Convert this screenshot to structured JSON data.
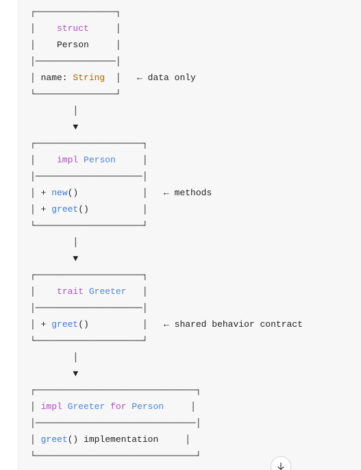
{
  "diagram": {
    "lines": [
      [
        {
          "t": "┌───────────────┐",
          "c": "tx"
        }
      ],
      [
        {
          "t": "│    ",
          "c": "tx"
        },
        {
          "t": "struct",
          "c": "kw"
        },
        {
          "t": "     │",
          "c": "tx"
        }
      ],
      [
        {
          "t": "│    Person     │",
          "c": "tx"
        }
      ],
      [
        {
          "t": "│───────────────│",
          "c": "tx"
        }
      ],
      [
        {
          "t": "│ name: ",
          "c": "tx"
        },
        {
          "t": "String",
          "c": "st"
        },
        {
          "t": "  │   ← data only",
          "c": "tx"
        }
      ],
      [
        {
          "t": "└───────────────┘",
          "c": "tx"
        }
      ],
      [
        {
          "t": "        │",
          "c": "tx"
        }
      ],
      [
        {
          "t": "        ▼",
          "c": "tx"
        }
      ],
      [
        {
          "t": "┌────────────────────┐",
          "c": "tx"
        }
      ],
      [
        {
          "t": "│    ",
          "c": "tx"
        },
        {
          "t": "impl",
          "c": "kw"
        },
        {
          "t": " ",
          "c": "tx"
        },
        {
          "t": "Person",
          "c": "ty"
        },
        {
          "t": "     │",
          "c": "tx"
        }
      ],
      [
        {
          "t": "│────────────────────│",
          "c": "tx"
        }
      ],
      [
        {
          "t": "│ + ",
          "c": "tx"
        },
        {
          "t": "new",
          "c": "fn"
        },
        {
          "t": "()            │   ← methods",
          "c": "tx"
        }
      ],
      [
        {
          "t": "│ + ",
          "c": "tx"
        },
        {
          "t": "greet",
          "c": "fn"
        },
        {
          "t": "()          │",
          "c": "tx"
        }
      ],
      [
        {
          "t": "└────────────────────┘",
          "c": "tx"
        }
      ],
      [
        {
          "t": "        │",
          "c": "tx"
        }
      ],
      [
        {
          "t": "        ▼",
          "c": "tx"
        }
      ],
      [
        {
          "t": "┌────────────────────┐",
          "c": "tx"
        }
      ],
      [
        {
          "t": "│    ",
          "c": "tx"
        },
        {
          "t": "trait",
          "c": "kw"
        },
        {
          "t": " ",
          "c": "tx"
        },
        {
          "t": "Greeter",
          "c": "ty"
        },
        {
          "t": "   │",
          "c": "tx"
        }
      ],
      [
        {
          "t": "│────────────────────│",
          "c": "tx"
        }
      ],
      [
        {
          "t": "│ + ",
          "c": "tx"
        },
        {
          "t": "greet",
          "c": "fn"
        },
        {
          "t": "()          │   ← shared behavior contract",
          "c": "tx"
        }
      ],
      [
        {
          "t": "└────────────────────┘",
          "c": "tx"
        }
      ],
      [
        {
          "t": "        │",
          "c": "tx"
        }
      ],
      [
        {
          "t": "        ▼",
          "c": "tx"
        }
      ],
      [
        {
          "t": "┌──────────────────────────────┐",
          "c": "tx"
        }
      ],
      [
        {
          "t": "│ ",
          "c": "tx"
        },
        {
          "t": "impl",
          "c": "kw"
        },
        {
          "t": " ",
          "c": "tx"
        },
        {
          "t": "Greeter",
          "c": "ty"
        },
        {
          "t": " ",
          "c": "tx"
        },
        {
          "t": "for",
          "c": "kw"
        },
        {
          "t": " ",
          "c": "tx"
        },
        {
          "t": "Person",
          "c": "ty"
        },
        {
          "t": "     │",
          "c": "tx"
        }
      ],
      [
        {
          "t": "│──────────────────────────────│",
          "c": "tx"
        }
      ],
      [
        {
          "t": "│ ",
          "c": "tx"
        },
        {
          "t": "greet",
          "c": "fn"
        },
        {
          "t": "() implementation     │",
          "c": "tx"
        }
      ],
      [
        {
          "t": "└──────────────────────────────┘",
          "c": "tx"
        }
      ]
    ]
  },
  "scroll_button": {
    "icon": "arrow-down-icon"
  }
}
